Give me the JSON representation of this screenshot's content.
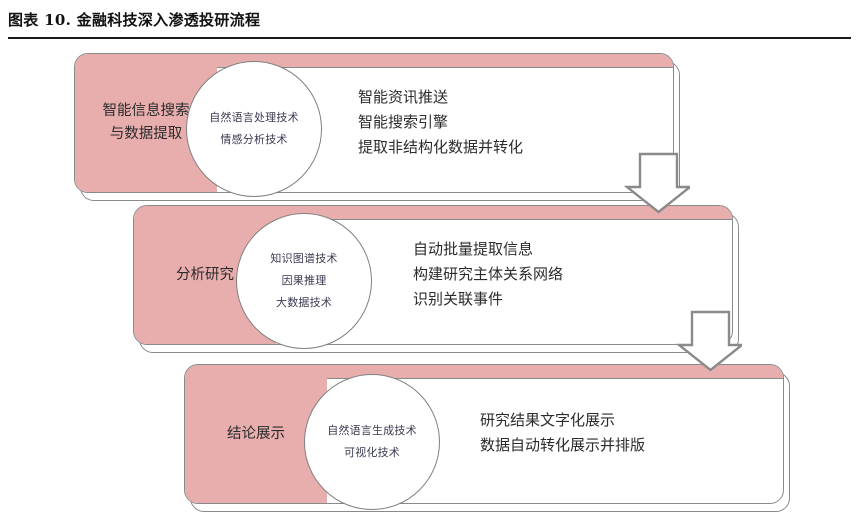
{
  "title": {
    "text": "图表 10. 金融科技深入渗透投研流程"
  },
  "diagram": {
    "type": "process-flow",
    "accent_color": "#e8aeae",
    "outline_color": "#8a8a8a",
    "stages": [
      {
        "id": "stage-1",
        "stage_label": "智能信息搜索\n与数据提取",
        "tech_items": [
          "自然语言处理技术",
          "情感分析技术"
        ],
        "outputs": [
          "智能资讯推送",
          "智能搜索引擎",
          "提取非结构化数据并转化"
        ]
      },
      {
        "id": "stage-2",
        "stage_label": "分析研究",
        "tech_items": [
          "知识图谱技术",
          "因果推理",
          "大数据技术"
        ],
        "outputs": [
          "自动批量提取信息",
          "构建研究主体关系网络",
          "识别关联事件"
        ]
      },
      {
        "id": "stage-3",
        "stage_label": "结论展示",
        "tech_items": [
          "自然语言生成技术",
          "可视化技术"
        ],
        "outputs": [
          "研究结果文字化展示",
          "数据自动转化展示并排版"
        ]
      }
    ],
    "connectors": [
      {
        "id": "connector-1",
        "icon": "down-arrow-icon",
        "from": "stage-1",
        "to": "stage-2"
      },
      {
        "id": "connector-2",
        "icon": "down-arrow-icon",
        "from": "stage-2",
        "to": "stage-3"
      }
    ]
  }
}
